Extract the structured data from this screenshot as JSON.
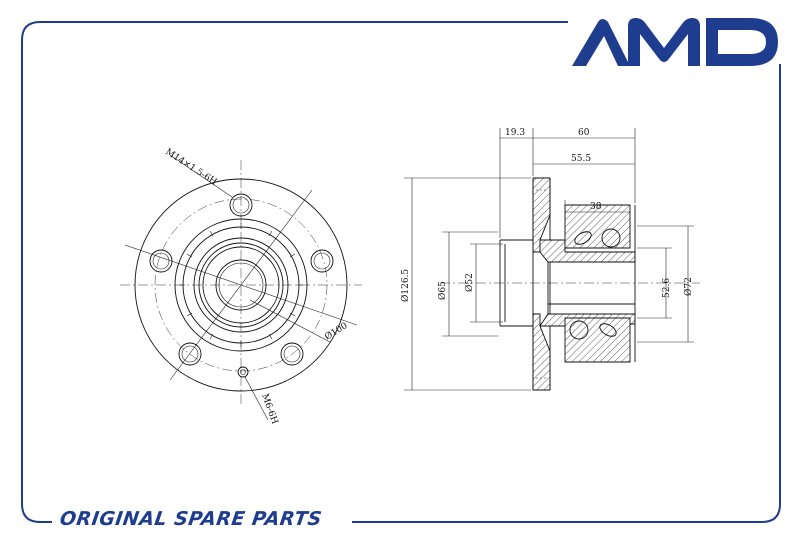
{
  "brand": {
    "logo_text": "AMD",
    "color": "#1f3d8f"
  },
  "footer": {
    "text": "ORIGINAL SPARE PARTS"
  },
  "front_view": {
    "thread_callout": "M14×1.5-6H",
    "bolt_circle": "Ø100",
    "small_thread": "M6-6H"
  },
  "side_view": {
    "dim_top_1": "19.3",
    "dim_top_2": "60",
    "dim_top_3": "55.5",
    "dim_top_4": "38",
    "dia_flange": "Ø126.5",
    "dia_pilot": "Ø65",
    "dia_bore_left": "Ø52",
    "dia_bore_right": "52.6",
    "dia_outer": "Ø72"
  }
}
